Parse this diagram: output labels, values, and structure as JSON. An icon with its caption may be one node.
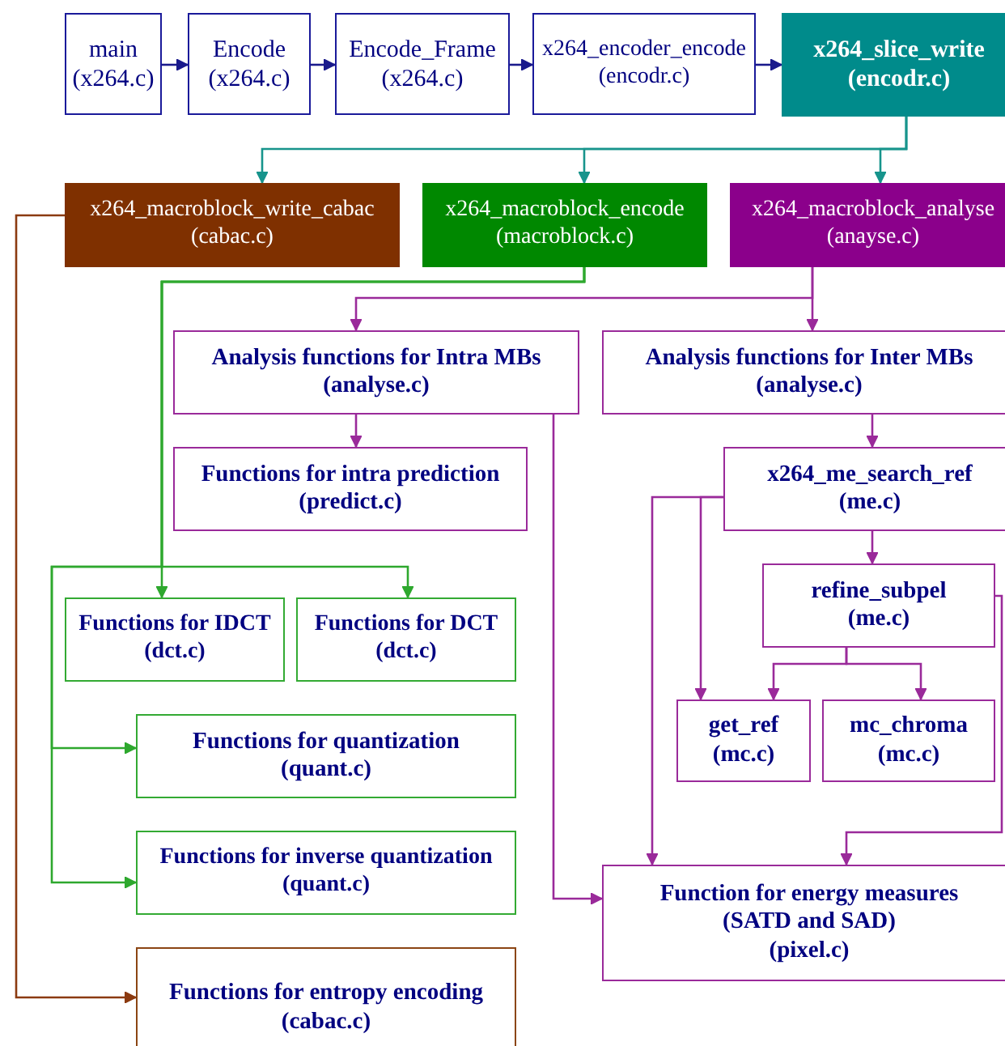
{
  "diagram": {
    "nodes": [
      {
        "text": [
          "main",
          "(x264.c)"
        ]
      },
      {
        "text": [
          "Encode",
          "(x264.c)"
        ]
      },
      {
        "text": [
          "Encode_Frame",
          "(x264.c)"
        ]
      },
      {
        "text": [
          "x264_encoder_encode",
          "(encodr.c)"
        ]
      },
      {
        "text": [
          "x264_slice_write",
          "(encodr.c)"
        ]
      },
      {
        "text": [
          "x264_macroblock_write_cabac",
          "(cabac.c)"
        ]
      },
      {
        "text": [
          "x264_macroblock_encode",
          "(macroblock.c)"
        ]
      },
      {
        "text": [
          "x264_macroblock_analyse",
          "(anayse.c)"
        ]
      },
      {
        "text": [
          "Analysis functions for Intra MBs",
          "(analyse.c)"
        ]
      },
      {
        "text": [
          "Analysis functions for Inter MBs",
          "(analyse.c)"
        ]
      },
      {
        "text": [
          "Functions for intra prediction",
          "(predict.c)"
        ]
      },
      {
        "text": [
          "x264_me_search_ref",
          "(me.c)"
        ]
      },
      {
        "text": [
          "Functions for IDCT",
          "(dct.c)"
        ]
      },
      {
        "text": [
          "Functions for DCT",
          "(dct.c)"
        ]
      },
      {
        "text": [
          "refine_subpel",
          "(me.c)"
        ]
      },
      {
        "text": [
          "get_ref",
          "(mc.c)"
        ]
      },
      {
        "text": [
          "mc_chroma",
          "(mc.c)"
        ]
      },
      {
        "text": [
          "Functions for quantization",
          "(quant.c)"
        ]
      },
      {
        "text": [
          "Functions for inverse quantization",
          "(quant.c)"
        ]
      },
      {
        "text": [
          "Function for energy measures",
          "(SATD and SAD)",
          "(pixel.c)"
        ]
      },
      {
        "text": [
          "Functions for entropy encoding",
          "(cabac.c)"
        ]
      }
    ],
    "edges": [
      {
        "from": 0,
        "to": 1,
        "arrow": "to",
        "color": "#1a1a8c"
      },
      {
        "from": 1,
        "to": 2,
        "arrow": "to",
        "color": "#1a1a8c"
      },
      {
        "from": 2,
        "to": 3,
        "arrow": "to",
        "color": "#1a1a8c"
      },
      {
        "from": 3,
        "to": 4,
        "arrow": "to",
        "color": "#1a1a8c"
      },
      {
        "from": 4,
        "to": 5,
        "arrow": "to",
        "color": "#17948c"
      },
      {
        "from": 4,
        "to": 6,
        "arrow": "to",
        "color": "#17948c"
      },
      {
        "from": 4,
        "to": 7,
        "arrow": "to",
        "color": "#17948c"
      },
      {
        "from": 5,
        "to": 20,
        "arrow": "to",
        "color": "#8b3a10"
      },
      {
        "from": 6,
        "to": 12,
        "arrow": "to",
        "color": "#2ea82e"
      },
      {
        "from": 6,
        "to": 13,
        "arrow": "to",
        "color": "#2ea82e"
      },
      {
        "from": 6,
        "to": 17,
        "arrow": "to",
        "color": "#2ea82e"
      },
      {
        "from": 6,
        "to": 18,
        "arrow": "to",
        "color": "#2ea82e"
      },
      {
        "from": 7,
        "to": 8,
        "arrow": "to"
      },
      {
        "from": 7,
        "to": 9,
        "arrow": "to"
      },
      {
        "from": 8,
        "to": 10,
        "arrow": "to"
      },
      {
        "from": 8,
        "to": 19,
        "arrow": "to"
      },
      {
        "from": 9,
        "to": 11,
        "arrow": "to"
      },
      {
        "from": 11,
        "to": 14,
        "arrow": "to"
      },
      {
        "from": 11,
        "to": 15,
        "arrow": "to"
      },
      {
        "from": 11,
        "to": 19,
        "arrow": "to"
      },
      {
        "from": 14,
        "to": 15,
        "arrow": "to"
      },
      {
        "from": 14,
        "to": 16,
        "arrow": "to"
      },
      {
        "from": 14,
        "to": 19,
        "arrow": "to"
      }
    ]
  }
}
